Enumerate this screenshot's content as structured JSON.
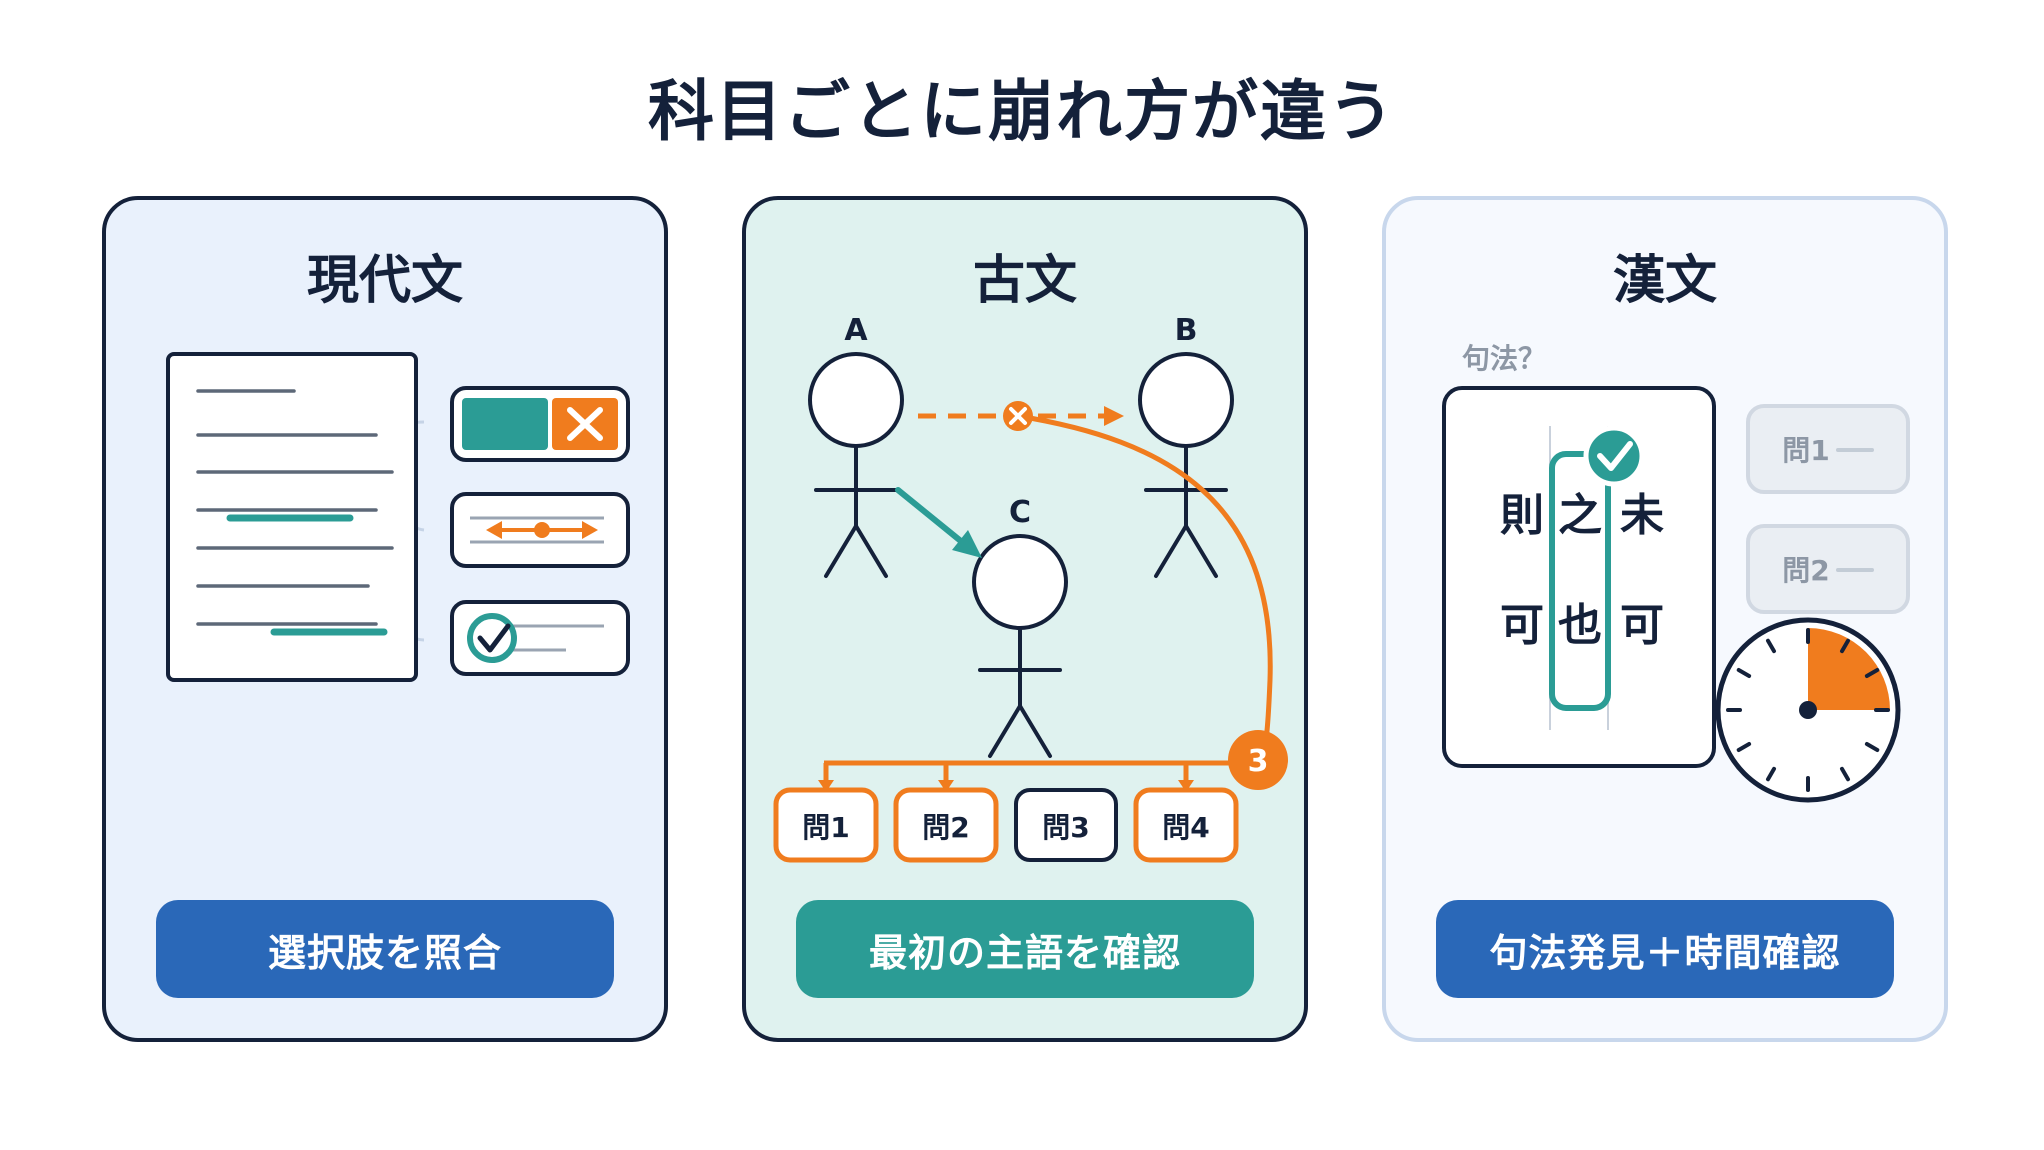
{
  "title": "科目ごとに崩れ方が違う",
  "colors": {
    "navy": "#14213a",
    "teal": "#2b9c95",
    "orange": "#f07c1e",
    "blue": "#2a68b8"
  },
  "cards": [
    {
      "title": "現代文",
      "action_label": "選択肢を照合",
      "icons": [
        "passage-document-icon",
        "option-x-icon",
        "option-arrows-icon",
        "option-check-icon"
      ]
    },
    {
      "title": "古文",
      "action_label": "最初の主語を確認",
      "characters": [
        "A",
        "B",
        "C"
      ],
      "questions": [
        "問1",
        "問2",
        "問3",
        "問4"
      ],
      "badge": "3"
    },
    {
      "title": "漢文",
      "action_label": "句法発見＋時間確認",
      "hint": "句法？",
      "columns": [
        [
          "未",
          "可"
        ],
        [
          "之",
          "也"
        ],
        [
          "則",
          "可"
        ]
      ],
      "questions": [
        "問1",
        "問2"
      ],
      "timer_fraction_elapsed": 0.25
    }
  ]
}
